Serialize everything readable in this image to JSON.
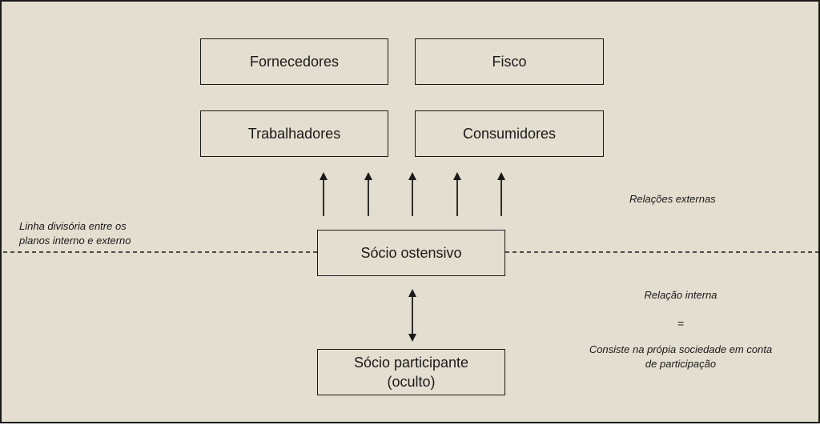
{
  "boxes": {
    "fornecedores": "Fornecedores",
    "fisco": "Fisco",
    "trabalhadores": "Trabalhadores",
    "consumidores": "Consumidores",
    "socio_ostensivo": "Sócio ostensivo",
    "socio_participante_line1": "Sócio participante",
    "socio_participante_line2": "(oculto)"
  },
  "notes": {
    "linha_divisoria_line1": "Linha divisória entre os",
    "linha_divisoria_line2": "planos interno e externo",
    "relacoes_externas": "Relações externas",
    "relacao_interna": "Relação interna",
    "equals": "=",
    "consiste_line1": "Consiste na própia sociedade em conta",
    "consiste_line2": "de participação"
  },
  "colors": {
    "background": "#e4ded0",
    "ink": "#1a1a1a"
  }
}
